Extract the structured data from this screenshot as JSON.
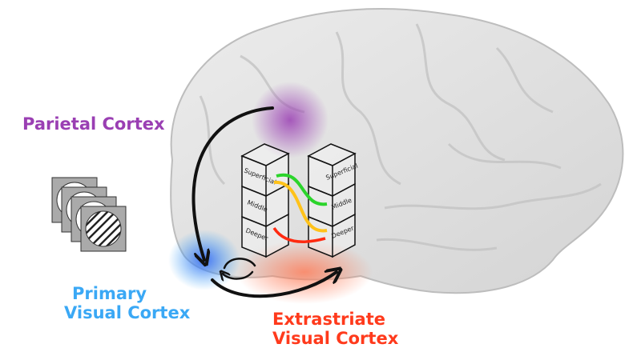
{
  "labels": {
    "parietal": "Parietal Cortex",
    "primary_line1": "Primary",
    "primary_line2": "Visual Cortex",
    "extra_line1": "Extrastriate",
    "extra_line2": "Visual Cortex"
  },
  "columns": {
    "left": [
      "Superficial",
      "Middle",
      "Deeper"
    ],
    "right": [
      "Superficial",
      "Middle",
      "Deeper"
    ]
  },
  "colors": {
    "parietal": "#9a3fb3",
    "primary": "#3aa8f5",
    "extrastriate": "#ff3a1c",
    "feedforward_green": "#2bd42b",
    "feedback_yellow": "#ffc21a",
    "feedback_red": "#ff2a10"
  }
}
